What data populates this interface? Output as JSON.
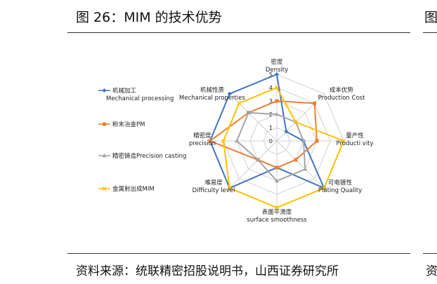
{
  "header": {
    "figure_title": "图 26：MIM 的技术优势",
    "right_glyph": "图"
  },
  "footer": {
    "source": "资料来源：统联精密招股说明书，山西证券研究所",
    "right_glyph": "资"
  },
  "chart_data": {
    "type": "radar",
    "axes": [
      {
        "cn": "密度",
        "en": "Density"
      },
      {
        "cn": "成本优势",
        "en": "Production Cost"
      },
      {
        "cn": "量产性",
        "en": "Producti vity"
      },
      {
        "cn": "可电镀性",
        "en": "Plating Quality"
      },
      {
        "cn": "表面平滑度",
        "en": "surface smoothness"
      },
      {
        "cn": "难易度",
        "en": "Difficulty level"
      },
      {
        "cn": "精密度",
        "en": "precision"
      },
      {
        "cn": "机械性质",
        "en": "Mechanical properties"
      }
    ],
    "rlim": [
      0,
      5
    ],
    "ticks": [
      "0",
      "1",
      "2",
      "3",
      "4",
      "5"
    ],
    "grid": true,
    "legend_position": "left",
    "series": [
      {
        "cn": "机械加工",
        "en": "Mechanical processing",
        "marker": "diamond",
        "color": "#4472C4",
        "values": [
          5,
          1,
          2,
          5,
          2,
          5,
          5,
          5
        ]
      },
      {
        "cn": "粉末冶金",
        "en": "PM",
        "marker": "square",
        "color": "#ED7D31",
        "values": [
          3,
          4,
          3,
          2,
          2,
          2,
          5,
          3
        ]
      },
      {
        "cn": "精密铸造",
        "en": "Precision casting",
        "marker": "triangle",
        "color": "#A5A5A5",
        "values": [
          2,
          2,
          2,
          3,
          3,
          2,
          3,
          3
        ]
      },
      {
        "cn": "金属射出成",
        "en": "MIM",
        "marker": "x",
        "color": "#FFC000",
        "values": [
          4,
          2,
          5,
          5,
          5,
          5,
          4,
          4
        ]
      }
    ]
  }
}
